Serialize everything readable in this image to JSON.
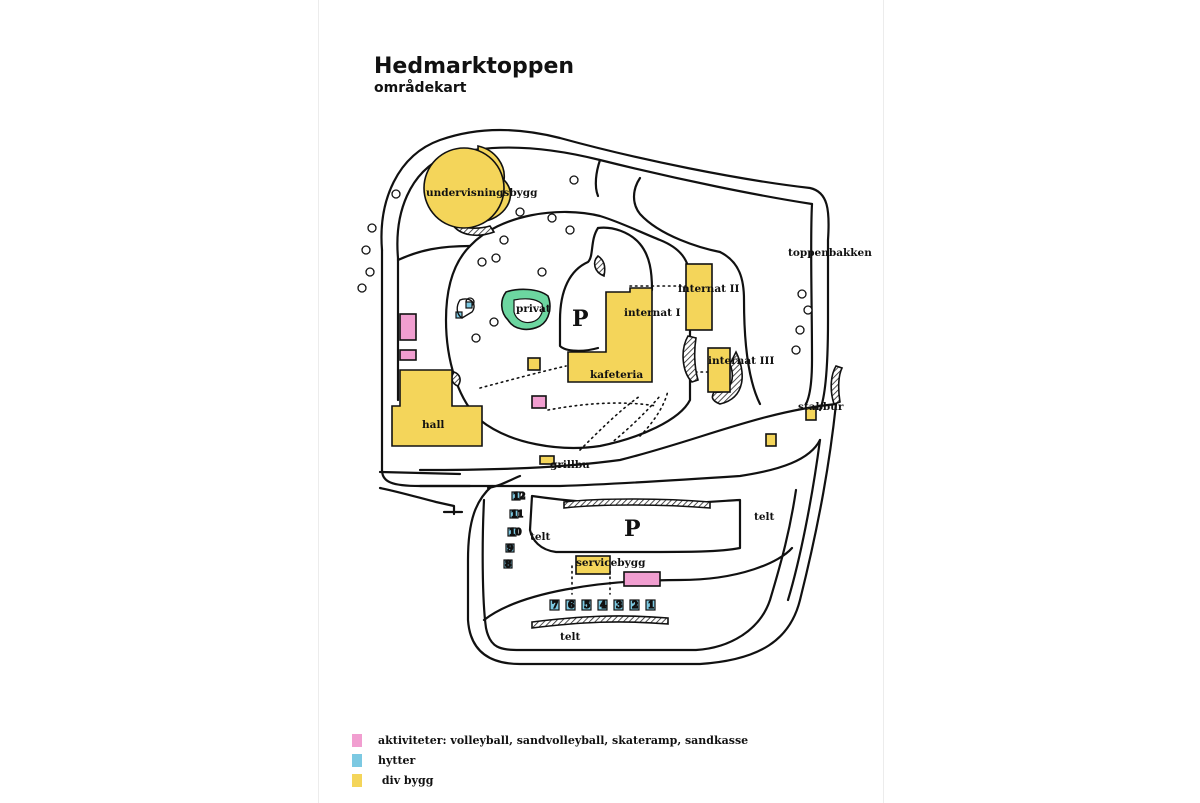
{
  "header": {
    "title": "Hedmarktoppen",
    "subtitle": "områdekart"
  },
  "colors": {
    "activities": "#f19ed0",
    "cabins": "#7cc9e2",
    "buildings": "#f4d55a",
    "private": "#6cd6a0",
    "line": "#111111"
  },
  "labels": {
    "undervisningsbygg": "undervisningsbygg",
    "toppenbakken": "toppenbakken",
    "internat_2": "internat II",
    "internat_1": "internat I",
    "internat_3": "internat III",
    "privat": "privat",
    "parking_top": "P",
    "parking_bottom": "P",
    "kafeteria": "kafeteria",
    "stabbur": "stabbur",
    "hall": "hall",
    "grillbu": "grillbu",
    "telt_right": "telt",
    "telt_left": "telt",
    "telt_bottom": "telt",
    "servicebygg": "servicebygg"
  },
  "cabins_left": [
    "12",
    "11",
    "10",
    "9",
    "8"
  ],
  "cabins_bottom": [
    "7",
    "6",
    "5",
    "4",
    "3",
    "2",
    "1"
  ],
  "legend": [
    {
      "color": "#f19ed0",
      "text": "aktiviteter: volleyball, sandvolleyball, skateramp, sandkasse"
    },
    {
      "color": "#7cc9e2",
      "text": "hytter"
    },
    {
      "color": "#f4d55a",
      "text": " div bygg"
    }
  ]
}
